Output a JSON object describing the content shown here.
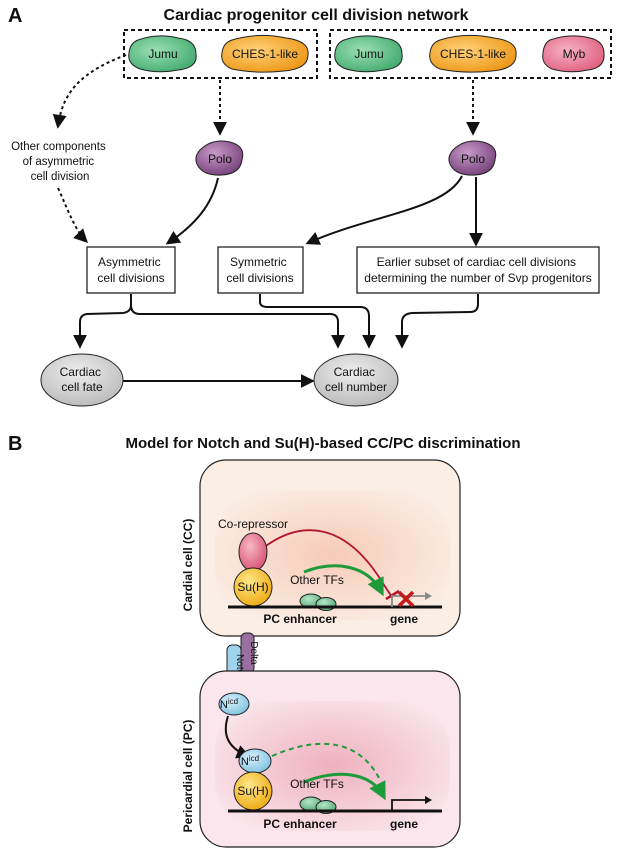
{
  "panel_a": {
    "letter": "A",
    "title": "Cardiac progenitor cell division network",
    "left_group": {
      "jumu": "Jumu",
      "ches": "CHES-1-like"
    },
    "right_group": {
      "jumu": "Jumu",
      "ches": "CHES-1-like",
      "myb": "Myb"
    },
    "other_components": [
      "Other components",
      "of asymmetric",
      "cell division"
    ],
    "polo_left": "Polo",
    "polo_right": "Polo",
    "box_asymmetric": [
      "Asymmetric",
      "cell divisions"
    ],
    "box_symmetric": [
      "Symmetric",
      "cell divisions"
    ],
    "box_earlier": [
      "Earlier subset of cardiac cell divisions",
      "determining the number of Svp progenitors"
    ],
    "cardiac_fate": [
      "Cardiac",
      "cell fate"
    ],
    "cardiac_number": [
      "Cardiac",
      "cell number"
    ]
  },
  "panel_b": {
    "letter": "B",
    "title": "Model for Notch and Su(H)-based CC/PC discrimination",
    "cc": {
      "side_label": "Cardial cell (CC)",
      "corepressor": "Co-repressor",
      "suh": "Su(H)",
      "other_tfs": "Other TFs",
      "enhancer": "PC enhancer",
      "gene": "gene"
    },
    "receptor": {
      "delta": "Delta",
      "notch": "Notch",
      "nicd_base": "N",
      "nicd_sup": "icd"
    },
    "pc": {
      "side_label": "Pericardial cell (PC)",
      "nicd_base": "N",
      "nicd_sup": "icd",
      "suh": "Su(H)",
      "other_tfs": "Other TFs",
      "enhancer": "PC enhancer",
      "gene": "gene"
    }
  },
  "colors": {
    "jumu": "#5cbf86",
    "ches": "#f5a623",
    "myb": "#e8738f",
    "polo": "#8e5a8e",
    "oval": "#cfcfcf",
    "suh": "#f7c325",
    "corepressor": "#e8738f",
    "repress_line": "#b3162c",
    "green_arrow": "#1f9a3a",
    "cc_bg": "#f6dccb",
    "pc_bg": "#f4cfd8",
    "notch": "#9fd4ec",
    "delta": "#9a6fa0"
  }
}
